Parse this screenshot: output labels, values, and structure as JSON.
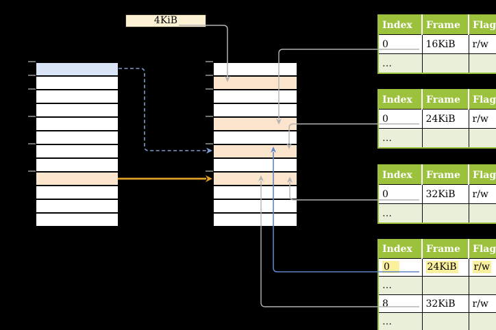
{
  "labels": {
    "page_size": "4KiB",
    "ellipsis": "…"
  },
  "columns": {
    "left": {
      "name": "virtual-memory-column",
      "rows": [
        "blue",
        "white",
        "white",
        "white",
        "white",
        "white",
        "white",
        "white",
        "peach",
        "white",
        "white",
        "white"
      ],
      "tick_offsets": [
        0,
        20,
        40,
        80,
        120,
        160
      ]
    },
    "middle": {
      "name": "physical-memory-column",
      "rows": [
        "white",
        "peach",
        "white",
        "white",
        "peach",
        "white",
        "peach",
        "white",
        "peach",
        "white",
        "white",
        "white"
      ],
      "tick_offsets": [
        0,
        20,
        40,
        80,
        120,
        160
      ]
    }
  },
  "page_tables": [
    {
      "headers": [
        "Index",
        "Frame",
        "Flags"
      ],
      "rows": [
        {
          "variant": "data",
          "cells": [
            "0",
            "16KiB",
            "r/w"
          ],
          "highlight": false
        },
        {
          "variant": "ellipsis",
          "cells": [
            "…",
            "",
            ""
          ],
          "highlight": false
        }
      ]
    },
    {
      "headers": [
        "Index",
        "Frame",
        "Flags"
      ],
      "rows": [
        {
          "variant": "data",
          "cells": [
            "0",
            "24KiB",
            "r/w"
          ],
          "highlight": false
        },
        {
          "variant": "ellipsis",
          "cells": [
            "…",
            "",
            ""
          ],
          "highlight": false
        }
      ]
    },
    {
      "headers": [
        "Index",
        "Frame",
        "Flags"
      ],
      "rows": [
        {
          "variant": "data",
          "cells": [
            "0",
            "32KiB",
            "r/w"
          ],
          "highlight": false
        },
        {
          "variant": "ellipsis",
          "cells": [
            "…",
            "",
            ""
          ],
          "highlight": false
        }
      ]
    },
    {
      "headers": [
        "Index",
        "Frame",
        "Flags"
      ],
      "rows": [
        {
          "variant": "data",
          "cells": [
            "0",
            "24KiB",
            "r/w"
          ],
          "highlight": true
        },
        {
          "variant": "ellipsis",
          "cells": [
            "…",
            "",
            ""
          ],
          "highlight": false
        },
        {
          "variant": "data",
          "cells": [
            "8",
            "32KiB",
            "r/w"
          ],
          "highlight": false
        },
        {
          "variant": "ellipsis",
          "cells": [
            "…",
            "",
            ""
          ],
          "highlight": false
        }
      ]
    }
  ],
  "colors": {
    "row_white": "#ffffff",
    "row_blue": "#d9e5f7",
    "row_peach": "#fce5cd",
    "label_box_bg": "#fcf1d2",
    "table_header_bg": "#9cc13c",
    "table_row_alt_bg": "#e9efd9",
    "highlight_yellow": "#fbf09e",
    "arrow_gray": "#b3b3b3",
    "arrow_blue": "#5f83c4",
    "arrow_blue_dashed": "#7d9ccd",
    "arrow_orange": "#dfa126",
    "tick_gray": "#8f8f8f"
  }
}
